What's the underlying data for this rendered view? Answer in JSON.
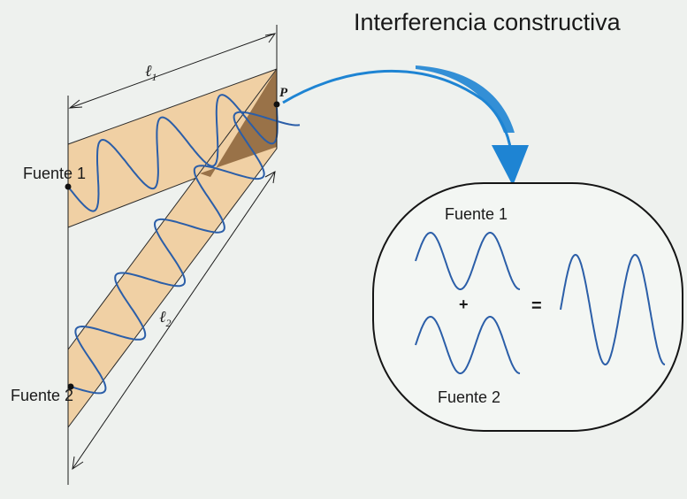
{
  "title": "Interferencia constructiva",
  "labels": {
    "source1": "Fuente 1",
    "source2": "Fuente 2",
    "l1": "ℓ",
    "l1_sub": "1",
    "l2": "ℓ",
    "l2_sub": "2",
    "point": "P"
  },
  "inset": {
    "source1": "Fuente 1",
    "source2": "Fuente 2",
    "plus": "+",
    "equals": "="
  },
  "colors": {
    "background": "#eef1ee",
    "band": "#f0d0a4",
    "overlap": "#8a6238",
    "wave": "#2b5ea8",
    "arrow": "#1e84d3",
    "line": "#1a1a1a"
  }
}
